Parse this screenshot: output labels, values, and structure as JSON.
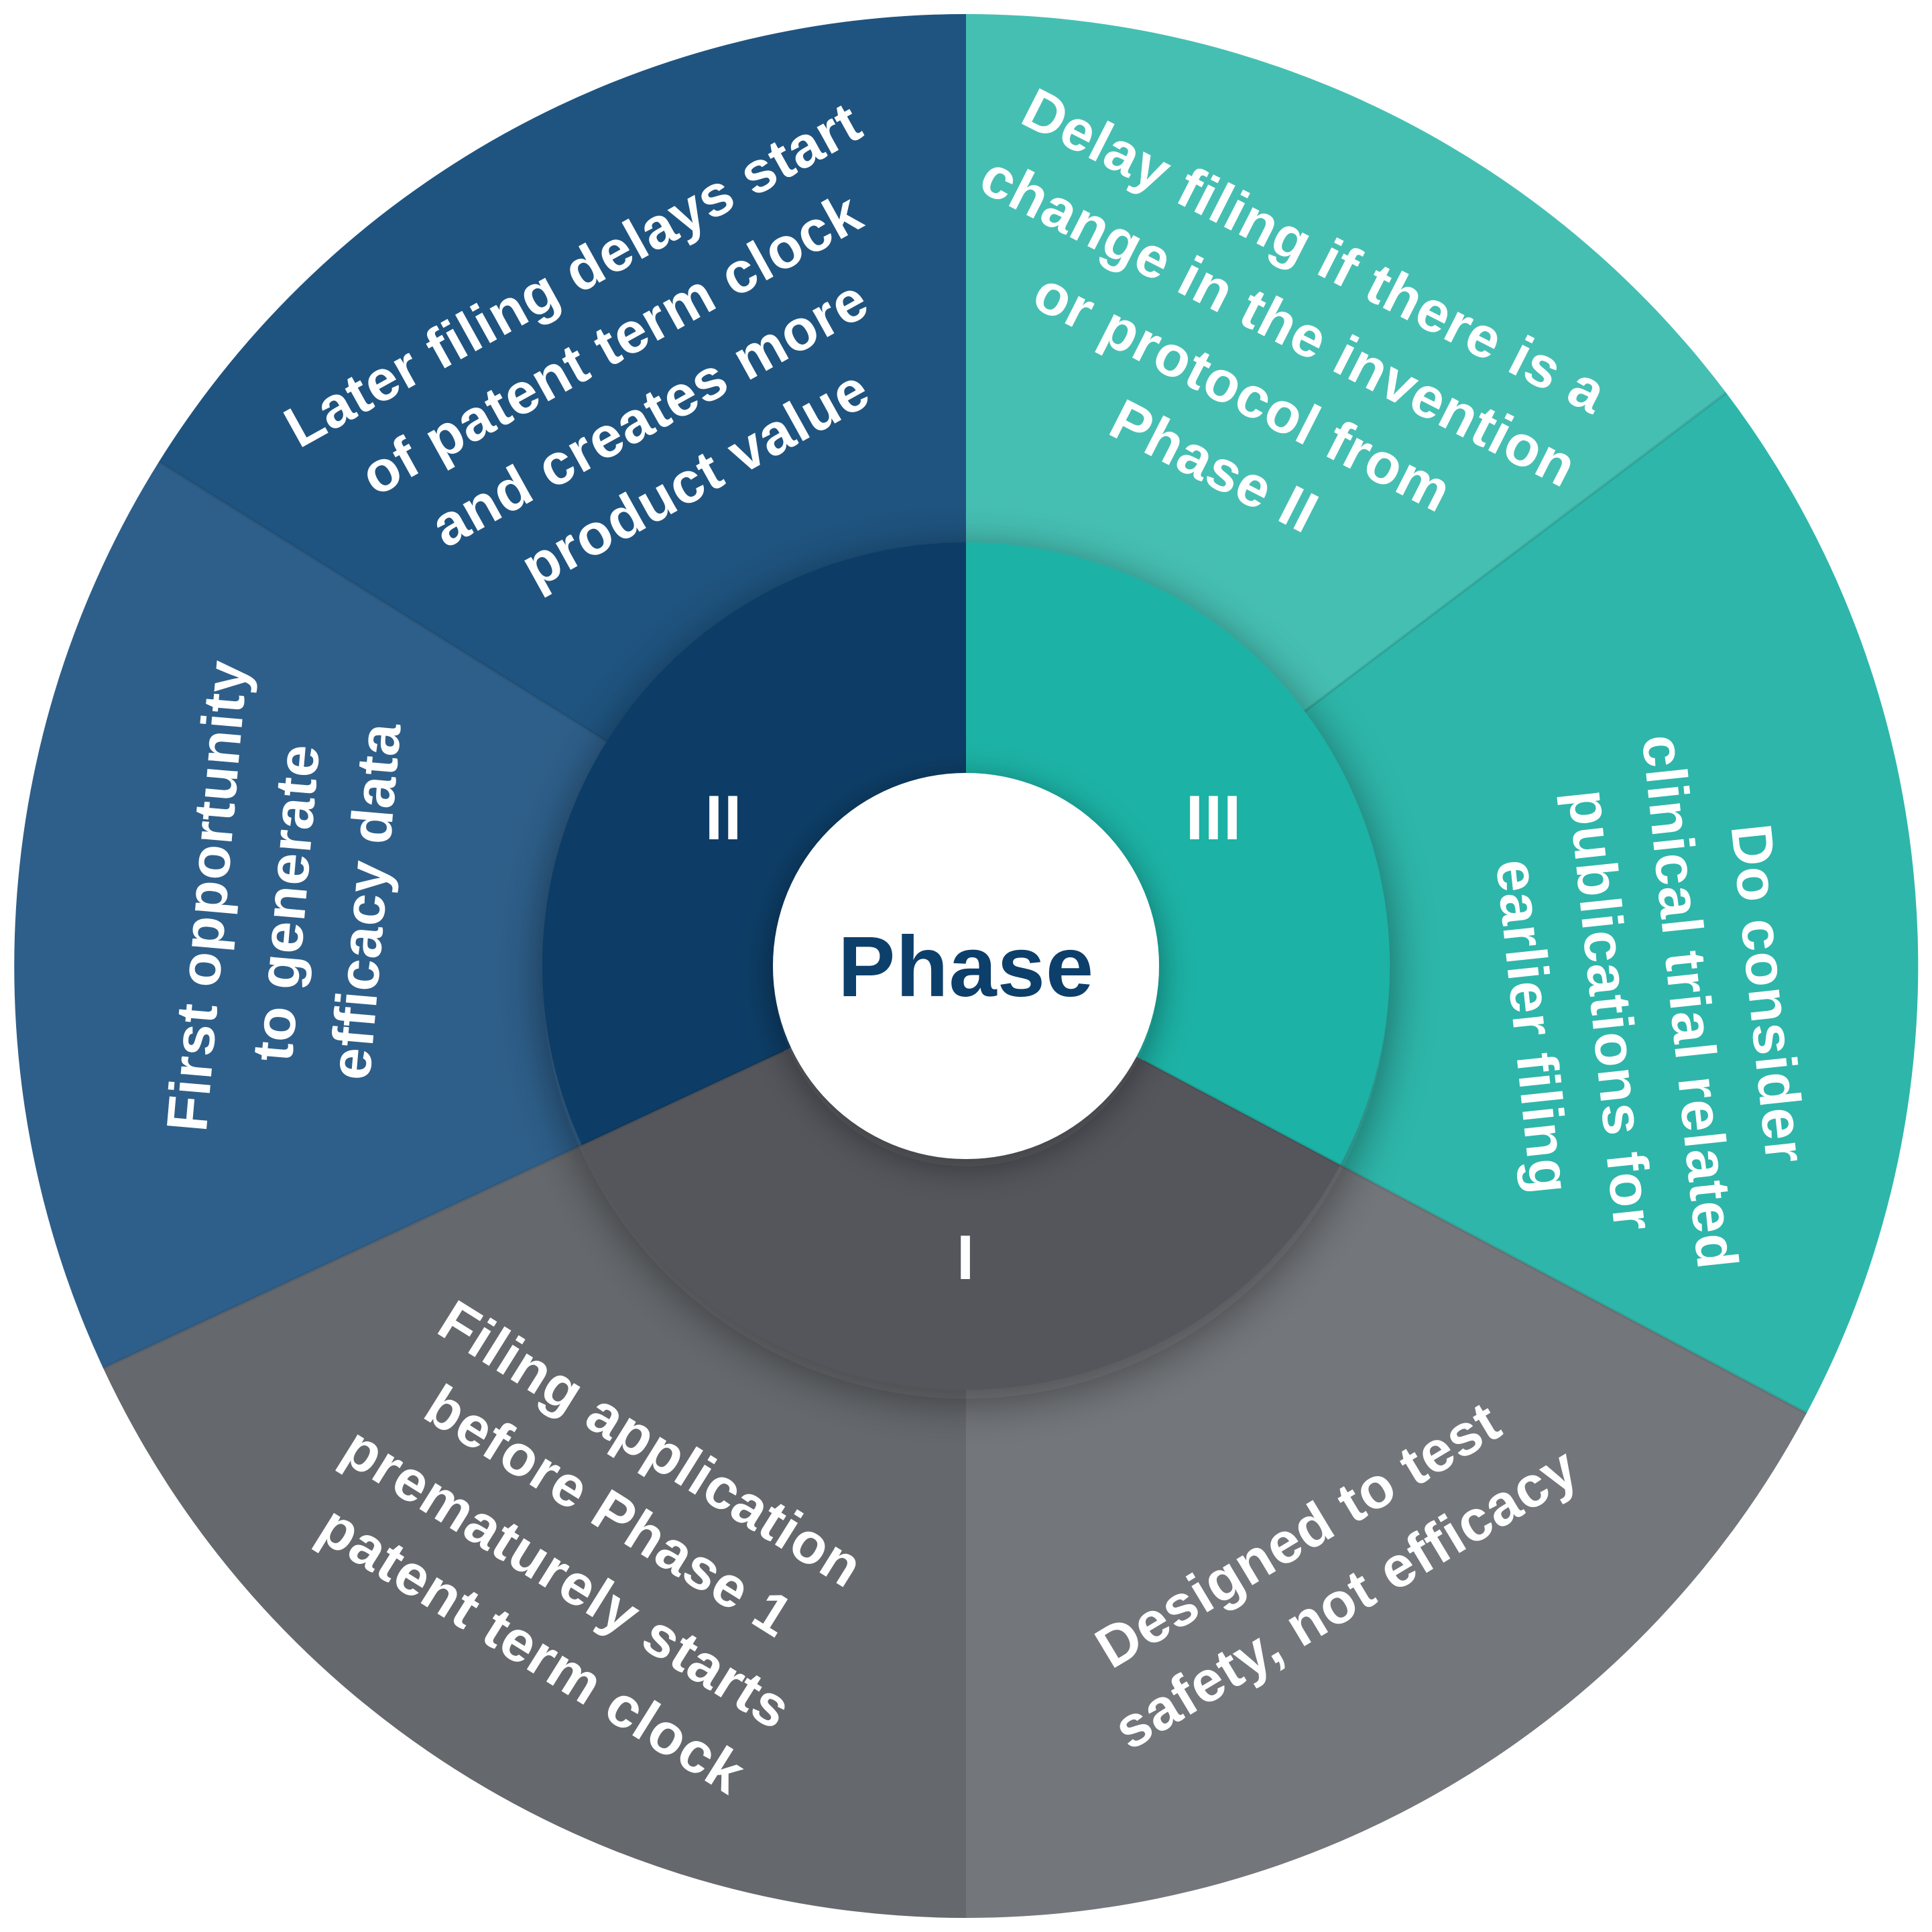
{
  "diagram": {
    "title": "Phase wheel",
    "text_color": "#ffffff",
    "center": {
      "label": "Phase",
      "label_color": "#0d3f6b",
      "circle_color": "#ffffff"
    },
    "inner_ring": [
      {
        "label": "III",
        "color": "#1fb2a5"
      },
      {
        "label": "I",
        "color": "#54575c"
      },
      {
        "label": "II",
        "color": "#0d3c66"
      }
    ],
    "outer_ring": [
      {
        "phase": "III",
        "color": "#46bfb3",
        "lines": [
          "Delay filing if there is a",
          "change in the invention",
          "or protocol from",
          "Phase II"
        ]
      },
      {
        "phase": "III",
        "color": "#2eb6aa",
        "lines": [
          "Do consider",
          "clinical trial related",
          "publications for",
          "earlier filing"
        ]
      },
      {
        "phase": "I",
        "color": "#73767a",
        "lines": [
          "Designed to test",
          "safety, not efficacy"
        ]
      },
      {
        "phase": "I",
        "color": "#65686c",
        "lines": [
          "Filing application",
          "before Phase 1",
          "prematurely starts",
          "patent term clock"
        ]
      },
      {
        "phase": "II",
        "color": "#2e5f8a",
        "lines": [
          "First opportunity",
          "to generate",
          "efficacy data"
        ]
      },
      {
        "phase": "II",
        "color": "#1f5480",
        "lines": [
          "Later filing delays start",
          "of patent term clock",
          "and creates more",
          "product value"
        ]
      }
    ]
  }
}
